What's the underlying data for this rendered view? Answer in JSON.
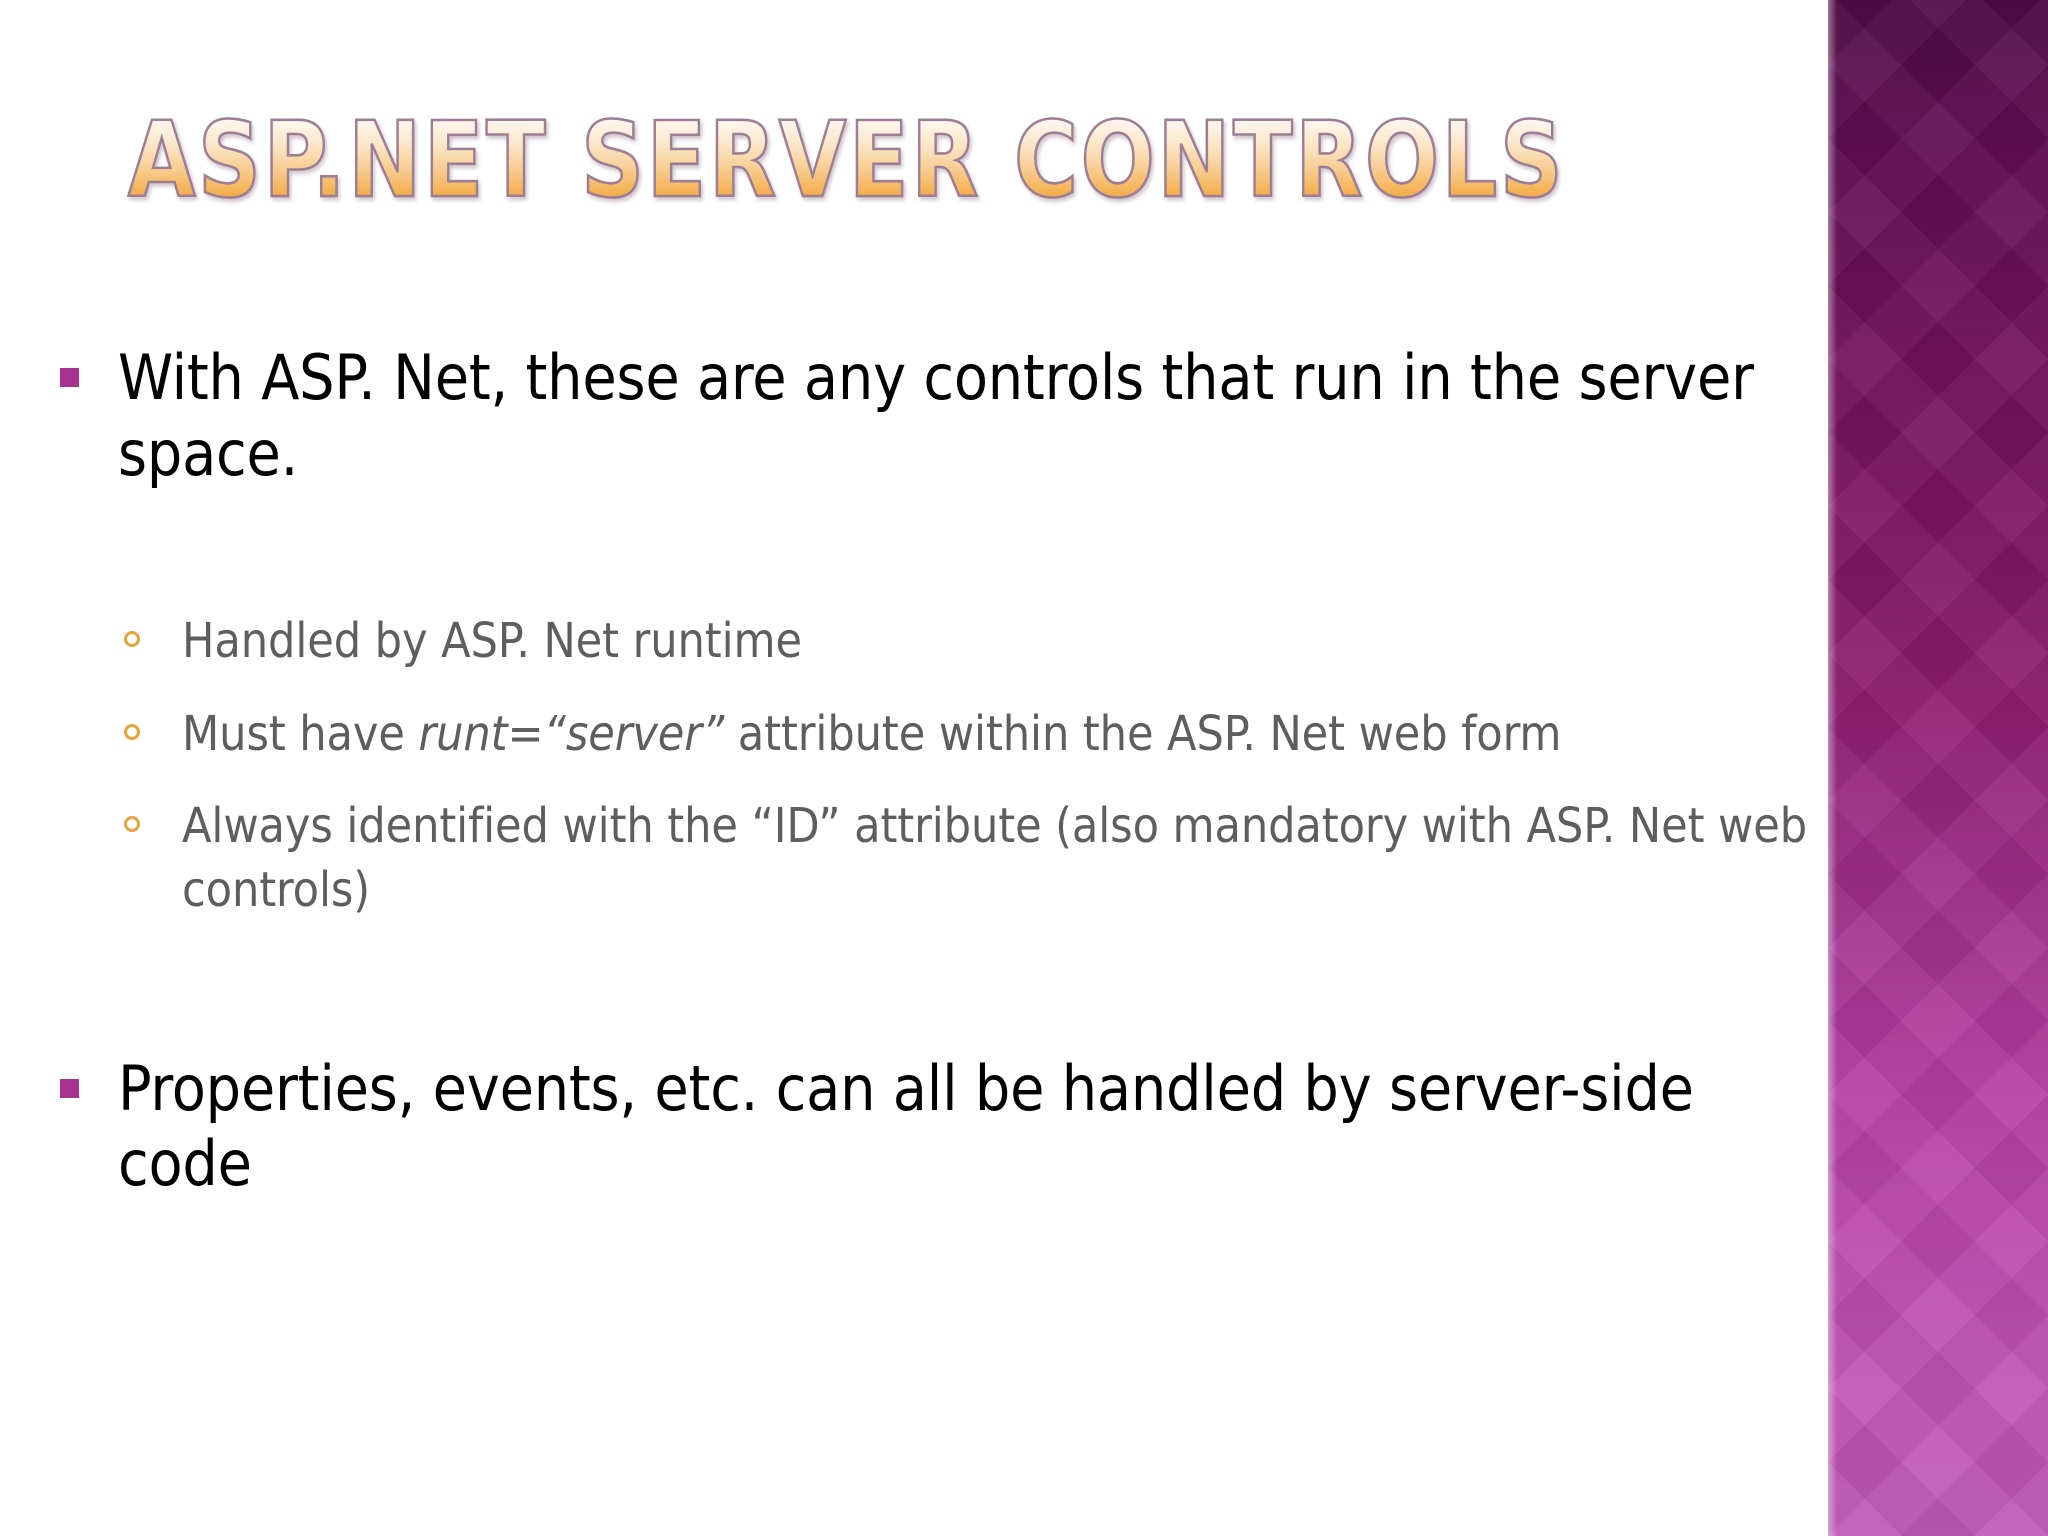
{
  "slide": {
    "title": "ASP.NET Server Controls",
    "background_color": "#ffffff",
    "accent_band": {
      "color_top": "#5b0d4e",
      "color_bottom": "#c158b8"
    },
    "title_colors": {
      "fill_top": "#ffffff",
      "fill_bottom": "#efa134",
      "outline": "#9d7f95"
    },
    "bullet_colors": {
      "level1_marker": "#a8328f",
      "level1_text": "#000000",
      "level2_marker": "#e7a33c",
      "level2_text": "#5e5e5e"
    },
    "bullets": [
      {
        "level": 1,
        "marker": "square-bullet-icon",
        "text": "With ASP. Net, these are any controls that run in the server space."
      },
      {
        "level": 2,
        "marker": "circle-bullet-icon",
        "text": "Handled by ASP. Net runtime"
      },
      {
        "level": 2,
        "marker": "circle-bullet-icon",
        "text_before": "Must have ",
        "text_italic": "runt=“server”",
        "text_after": " attribute within the ASP. Net web form"
      },
      {
        "level": 2,
        "marker": "circle-bullet-icon",
        "text": "Always identified with the “ID” attribute (also mandatory with ASP. Net web controls)"
      },
      {
        "level": 1,
        "marker": "square-bullet-icon",
        "text": "Properties, events, etc. can all be handled by server-side code"
      }
    ]
  }
}
